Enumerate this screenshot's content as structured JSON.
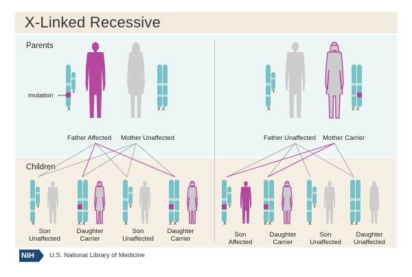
{
  "title": "X-Linked Recessive",
  "sections": {
    "parents": "Parents",
    "children": "Children"
  },
  "mutation_label": "mutation",
  "chrom_labels": {
    "x": "X",
    "y": "Y",
    "xx": "X X"
  },
  "left_parents": {
    "father": {
      "line1": "Father Affected"
    },
    "mother": {
      "line1": "Mother Unaffected"
    }
  },
  "right_parents": {
    "father": {
      "line1": "Father Unaffected"
    },
    "mother": {
      "line1": "Mother Carrier"
    }
  },
  "left_children": [
    {
      "line1": "Son",
      "line2": "Unaffected"
    },
    {
      "line1": "Daughter",
      "line2": "Carrier"
    },
    {
      "line1": "Son",
      "line2": "Unaffected"
    },
    {
      "line1": "Daughter",
      "line2": "Carrier"
    }
  ],
  "right_children": [
    {
      "line1": "Son",
      "line2": "Affected"
    },
    {
      "line1": "Daughter",
      "line2": "Carrier"
    },
    {
      "line1": "Son",
      "line2": "Unaffected"
    },
    {
      "line1": "Daughter",
      "line2": "Unaffected"
    }
  ],
  "footer": {
    "logo": "NIH",
    "org": "U.S. National Library of Medicine"
  },
  "colors": {
    "affected": "#b5479f",
    "unaffected": "#cccccc",
    "chromosome": "#76c0c8",
    "band": "#b6dfe3",
    "mutation": "#a8449a",
    "line_gray": "#a9a9a9"
  }
}
